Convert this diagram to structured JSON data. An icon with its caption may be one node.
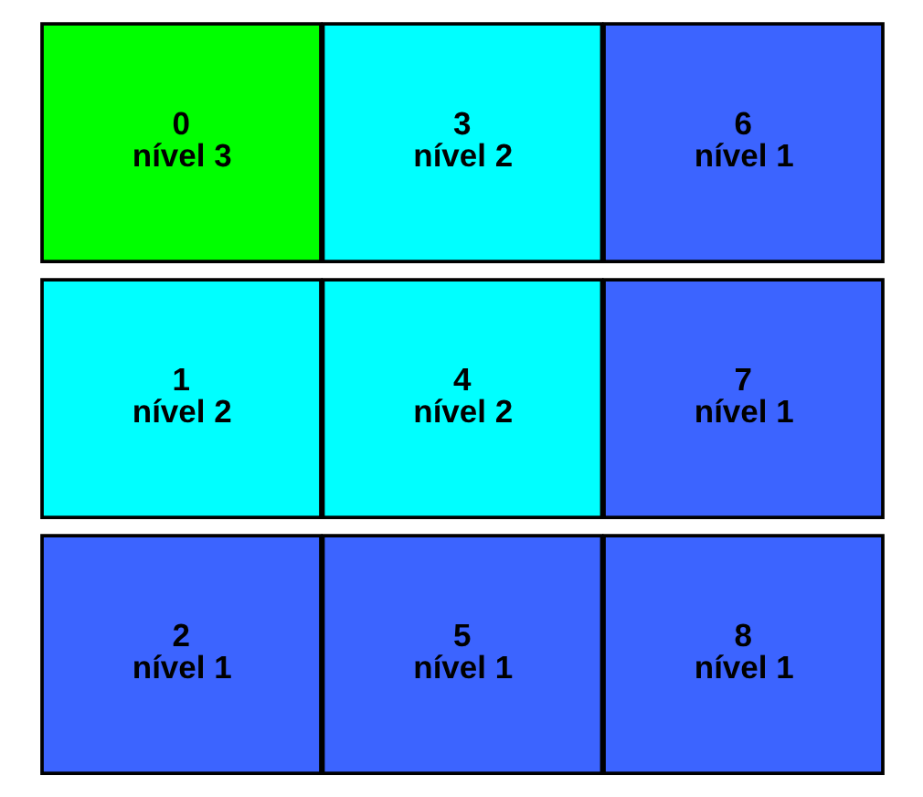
{
  "diagram": {
    "nodes": [
      {
        "text": [
          "0",
          "nível 3"
        ]
      },
      {
        "text": [
          "1",
          "nível 2"
        ]
      },
      {
        "text": [
          "2",
          "nível 1"
        ]
      },
      {
        "text": [
          "3",
          "nível 2"
        ]
      },
      {
        "text": [
          "4",
          "nível 2"
        ]
      },
      {
        "text": [
          "5",
          "nível 1"
        ]
      },
      {
        "text": [
          "6",
          "nível 1"
        ]
      },
      {
        "text": [
          "7",
          "nível 1"
        ]
      },
      {
        "text": [
          "8",
          "nível 1"
        ]
      }
    ]
  }
}
